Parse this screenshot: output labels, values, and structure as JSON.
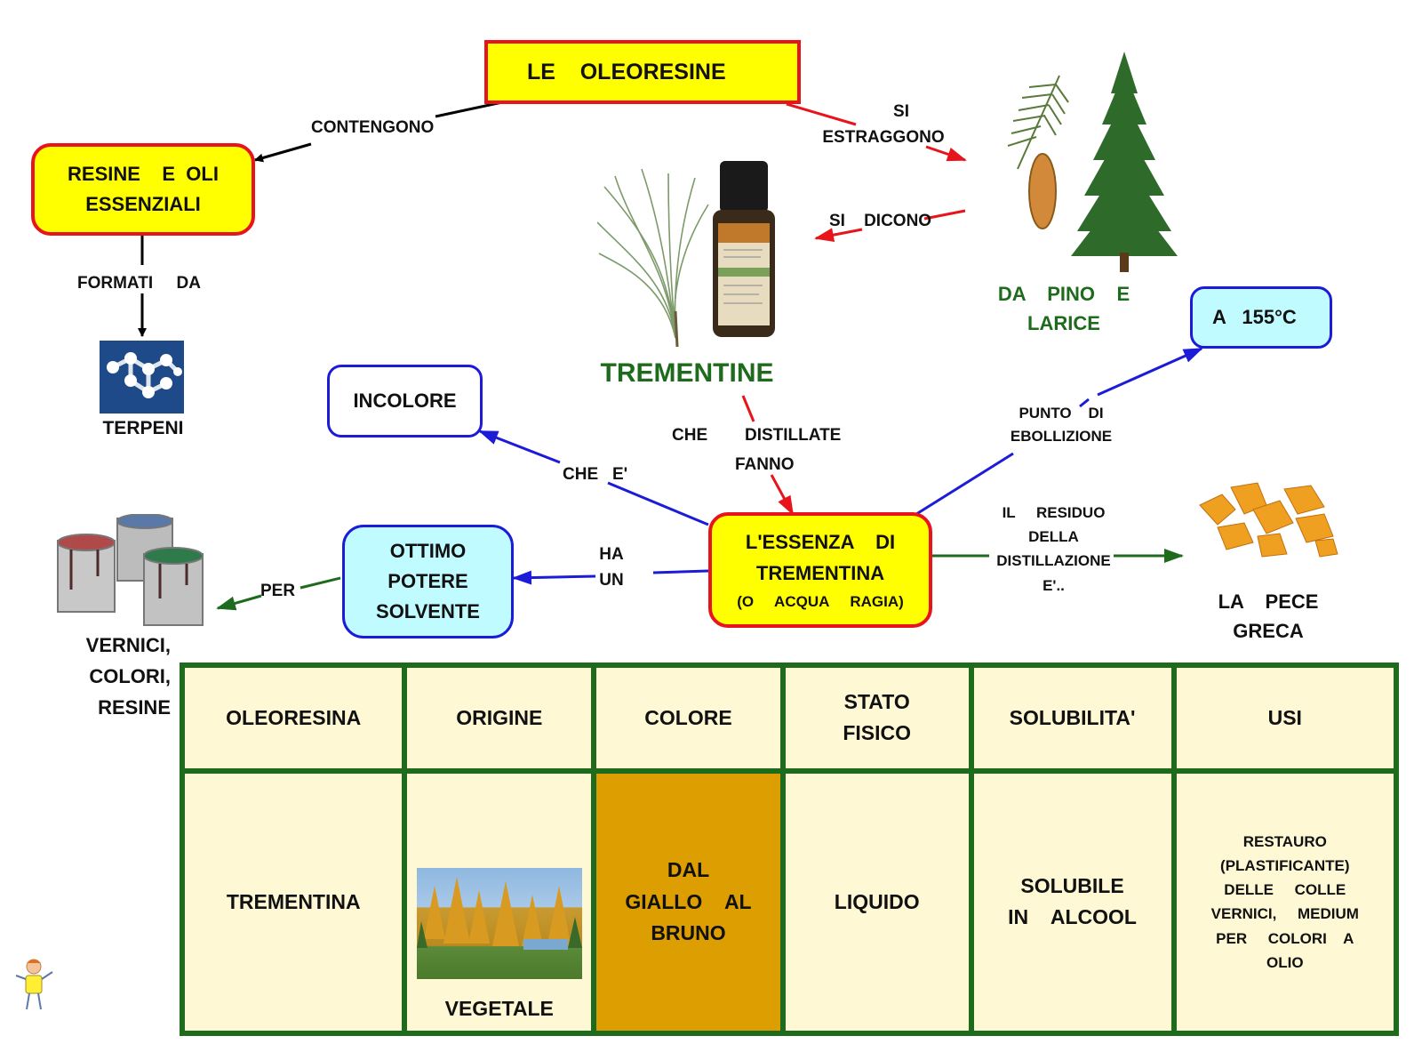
{
  "title": "LE    OLEORESINE",
  "nodes": {
    "resine": [
      "RESINE    E  OLI",
      "ESSENZIALI"
    ],
    "terpeni": "TERPENI",
    "tree_label": [
      "DA    PINO    E",
      "LARICE"
    ],
    "trementine": "TREMENTINE",
    "incolore": "INCOLORE",
    "boiling_point": "A   155°C",
    "essenza": [
      "L'ESSENZA    DI",
      "TREMENTINA"
    ],
    "essenza_note": "(O     ACQUA     RAGIA)",
    "solvente": [
      "OTTIMO",
      "POTERE",
      "SOLVENTE"
    ],
    "pece": [
      "LA    PECE",
      "GRECA"
    ],
    "vernici": [
      "VERNICI,",
      "COLORI,",
      "RESINE"
    ]
  },
  "links": {
    "contengono": "CONTENGONO",
    "formati_da": "FORMATI     DA",
    "si_estraggono": [
      "SI",
      "ESTRAGGONO"
    ],
    "si_dicono": "SI    DICONO",
    "che_distillate_fanno": [
      "CHE",
      "DISTILLATE",
      "FANNO"
    ],
    "che_e": "CHE   E'",
    "punto_ebollizione": [
      "PUNTO    DI",
      "EBOLLIZIONE"
    ],
    "residuo": [
      "IL     RESIDUO",
      "DELLA",
      "DISTILLAZIONE",
      "E'.."
    ],
    "ha_un": [
      "HA",
      "UN"
    ],
    "per": "PER"
  },
  "table": {
    "headers": [
      "OLEORESINA",
      "ORIGINE",
      "COLORE",
      "STATO FISICO",
      "SOLUBILITA'",
      "USI"
    ],
    "row": {
      "oleoresina": "TREMENTINA",
      "origine": "VEGETALE",
      "colore": [
        "DAL",
        "GIALLO    AL",
        "BRUNO"
      ],
      "stato": "LIQUIDO",
      "solubilita": [
        "SOLUBILE",
        "IN    ALCOOL"
      ],
      "usi": [
        "RESTAURO",
        "(PLASTIFICANTE)",
        "DELLE     COLLE",
        "VERNICI,     MEDIUM",
        "PER     COLORI    A",
        "OLIO"
      ]
    }
  },
  "colors": {
    "red_border": "#e8141b",
    "yellow_fill": "#ffff00",
    "blue_border": "#1b1bd8",
    "cyan_fill": "#c0fbff",
    "green": "#1e6b1e",
    "table_cell": "#fef9d4",
    "brown_cell": "#dc9e00"
  },
  "icons": [
    "terpene-molecule-icon",
    "pine-tree-icon",
    "pine-cone-icon",
    "pine-needles-icon",
    "essential-oil-bottle-icon",
    "paint-cans-icon",
    "resin-crystals-icon",
    "larch-forest-image",
    "mascot-icon"
  ]
}
